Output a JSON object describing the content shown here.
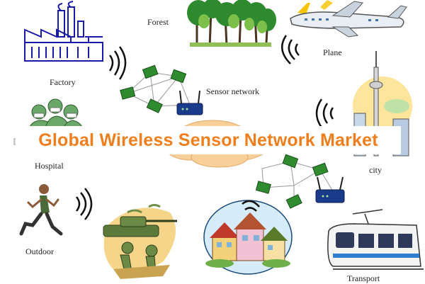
{
  "banner": {
    "title": "Global Wireless Sensor Network Market"
  },
  "nodes": {
    "forest": "Forest",
    "factory": "Factory",
    "sensor_network": "Sensor network",
    "plane": "Plane",
    "hospital": "Hospital",
    "city": "city",
    "outdoor": "Outdoor",
    "transport": "Transport"
  },
  "colors": {
    "banner_text": "#f07e1c",
    "factory_blue": "#1a1aa8",
    "sensor_green": "#2e8b2e",
    "router_blue": "#1a3a8a",
    "cloud": "#f7c98a"
  }
}
